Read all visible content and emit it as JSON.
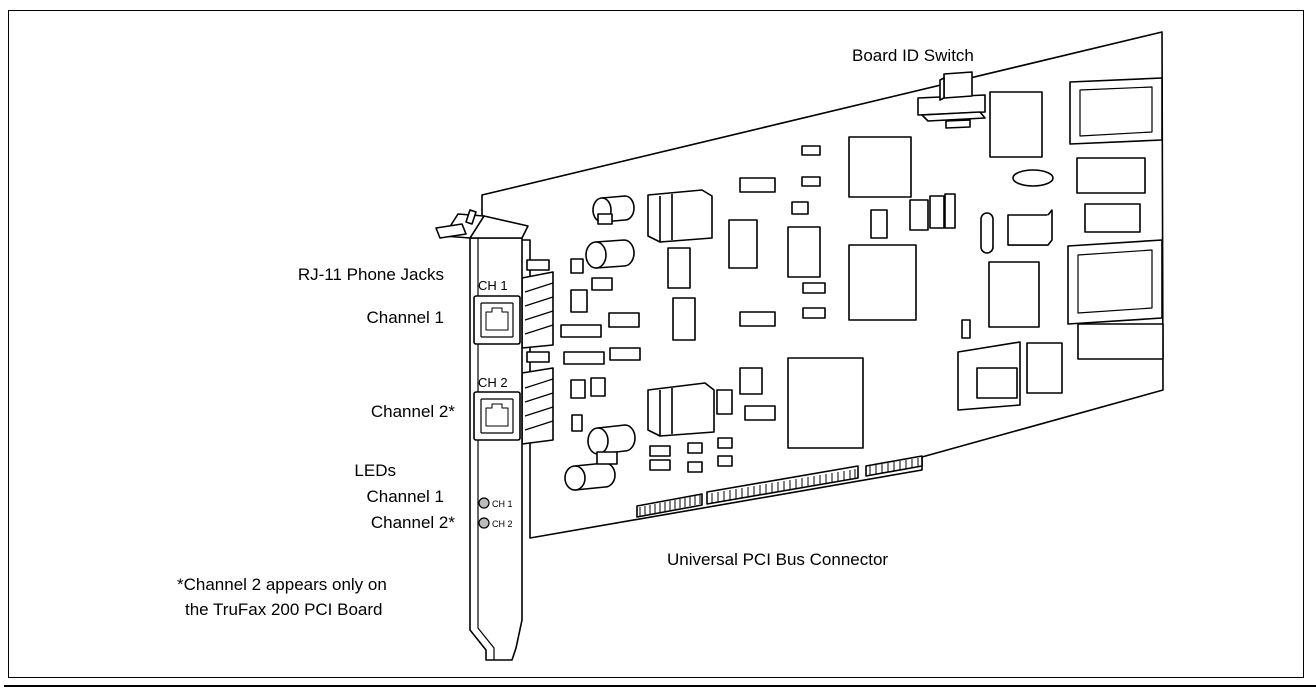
{
  "labels": {
    "board_id_switch": "Board ID Switch",
    "rj11_phone_jacks": "RJ-11 Phone Jacks",
    "jack_channel_1": "Channel 1",
    "jack_channel_2": "Channel 2*",
    "leds": "LEDs",
    "led_channel_1": "Channel 1",
    "led_channel_2": "Channel 2*",
    "pci_connector": "Universal PCI Bus Connector",
    "footnote_line1": "*Channel 2 appears only on",
    "footnote_line2": "the TruFax 200 PCI Board"
  },
  "bracket_markings": {
    "jack1": "CH 1",
    "jack2": "CH 2",
    "led1": "CH 1",
    "led2": "CH 2"
  },
  "colors": {
    "line": "#000000",
    "background": "#ffffff",
    "led": "#bbbbbb"
  }
}
